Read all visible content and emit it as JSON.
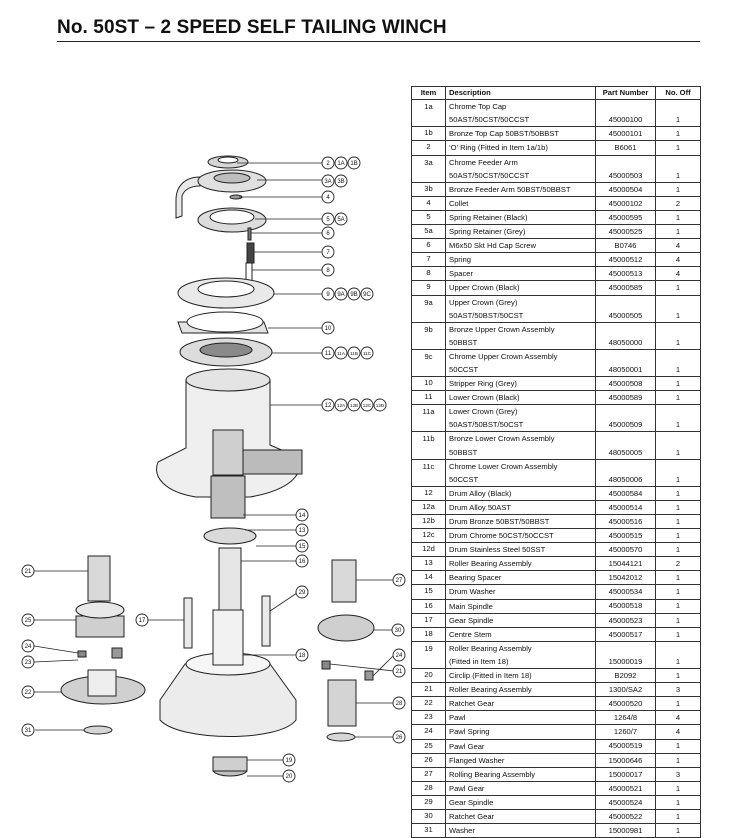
{
  "header": {
    "title": "No. 50ST – 2 SPEED SELF TAILING WINCH"
  },
  "table": {
    "columns": [
      "Item",
      "Description",
      "Part Number",
      "No. Off"
    ],
    "rows": [
      {
        "item": "1a",
        "desc": [
          "Chrome Top Cap",
          "50AST/50CST/50CCST"
        ],
        "part": "45000100",
        "qty": "1"
      },
      {
        "item": "1b",
        "desc": [
          "Bronze Top Cap 50BST/50BBST"
        ],
        "part": "45000101",
        "qty": "1"
      },
      {
        "item": "2",
        "desc": [
          "‘O’ Ring (Fitted in Item 1a/1b)"
        ],
        "part": "B6061",
        "qty": "1"
      },
      {
        "item": "3a",
        "desc": [
          "Chrome Feeder Arm",
          "50AST/50CST/50CCST"
        ],
        "part": "45000503",
        "qty": "1"
      },
      {
        "item": "3b",
        "desc": [
          "Bronze Feeder Arm 50BST/50BBST"
        ],
        "part": "45000504",
        "qty": "1"
      },
      {
        "item": "4",
        "desc": [
          "Collet"
        ],
        "part": "45000102",
        "qty": "2"
      },
      {
        "item": "5",
        "desc": [
          "Spring Retainer (Black)"
        ],
        "part": "45000595",
        "qty": "1"
      },
      {
        "item": "5a",
        "desc": [
          "Spring Retainer (Grey)"
        ],
        "part": "45000525",
        "qty": "1"
      },
      {
        "item": "6",
        "desc": [
          "M6x50 Skt Hd Cap Screw"
        ],
        "part": "B0746",
        "qty": "4"
      },
      {
        "item": "7",
        "desc": [
          "Spring"
        ],
        "part": "45000512",
        "qty": "4"
      },
      {
        "item": "8",
        "desc": [
          "Spacer"
        ],
        "part": "45000513",
        "qty": "4"
      },
      {
        "item": "9",
        "desc": [
          "Upper Crown (Black)"
        ],
        "part": "45000585",
        "qty": "1"
      },
      {
        "item": "9a",
        "desc": [
          "Upper Crown (Grey)",
          "50AST/50BST/50CST"
        ],
        "part": "45000505",
        "qty": "1"
      },
      {
        "item": "9b",
        "desc": [
          "Bronze Upper Crown Assembly",
          "50BBST"
        ],
        "part": "48050000",
        "qty": "1"
      },
      {
        "item": "9c",
        "desc": [
          "Chrome Upper Crown Assembly",
          "50CCST"
        ],
        "part": "48050001",
        "qty": "1"
      },
      {
        "item": "10",
        "desc": [
          "Stripper Ring (Grey)"
        ],
        "part": "45000508",
        "qty": "1"
      },
      {
        "item": "11",
        "desc": [
          "Lower Crown (Black)"
        ],
        "part": "45000589",
        "qty": "1"
      },
      {
        "item": "11a",
        "desc": [
          "Lower Crown (Grey)",
          "50AST/50BST/50CST"
        ],
        "part": "45000509",
        "qty": "1"
      },
      {
        "item": "11b",
        "desc": [
          "Bronze Lower Crown Assembly",
          "50BBST"
        ],
        "part": "48050005",
        "qty": "1"
      },
      {
        "item": "11c",
        "desc": [
          "Chrome Lower Crown Assembly",
          "50CCST"
        ],
        "part": "48050006",
        "qty": "1"
      },
      {
        "item": "12",
        "desc": [
          "Drum Alloy (Black)"
        ],
        "part": "45000584",
        "qty": "1"
      },
      {
        "item": "12a",
        "desc": [
          "Drum Alloy 50AST"
        ],
        "part": "45000514",
        "qty": "1"
      },
      {
        "item": "12b",
        "desc": [
          "Drum Bronze 50BST/50BBST"
        ],
        "part": "45000516",
        "qty": "1"
      },
      {
        "item": "12c",
        "desc": [
          "Drum Chrome 50CST/50CCST"
        ],
        "part": "45000515",
        "qty": "1"
      },
      {
        "item": "12d",
        "desc": [
          "Drum Stainless Steel 50SST"
        ],
        "part": "45000570",
        "qty": "1"
      },
      {
        "item": "13",
        "desc": [
          "Roller Bearing Assembly"
        ],
        "part": "15044121",
        "qty": "2"
      },
      {
        "item": "14",
        "desc": [
          "Bearing Spacer"
        ],
        "part": "15042012",
        "qty": "1"
      },
      {
        "item": "15",
        "desc": [
          "Drum Washer"
        ],
        "part": "45000534",
        "qty": "1"
      },
      {
        "item": "16",
        "desc": [
          "Main Spindle"
        ],
        "part": "45000518",
        "qty": "1"
      },
      {
        "item": "17",
        "desc": [
          "Gear Spindle"
        ],
        "part": "45000523",
        "qty": "1"
      },
      {
        "item": "18",
        "desc": [
          "Centre Stem"
        ],
        "part": "45000517",
        "qty": "1"
      },
      {
        "item": "19",
        "desc": [
          "Roller Bearing Assembly",
          "(Fitted in Item 18)"
        ],
        "part": "15000019",
        "qty": "1"
      },
      {
        "item": "20",
        "desc": [
          "Circlip (Fitted in Item 18)"
        ],
        "part": "B2092",
        "qty": "1"
      },
      {
        "item": "21",
        "desc": [
          "Roller Bearing Assembly"
        ],
        "part": "1300/SA2",
        "qty": "3"
      },
      {
        "item": "22",
        "desc": [
          "Ratchet Gear"
        ],
        "part": "45000520",
        "qty": "1"
      },
      {
        "item": "23",
        "desc": [
          "Pawl"
        ],
        "part": "1264/8",
        "qty": "4"
      },
      {
        "item": "24",
        "desc": [
          "Pawl Spring"
        ],
        "part": "1260/7",
        "qty": "4"
      },
      {
        "item": "25",
        "desc": [
          "Pawl Gear"
        ],
        "part": "45000519",
        "qty": "1"
      },
      {
        "item": "26",
        "desc": [
          "Flanged Washer"
        ],
        "part": "15000646",
        "qty": "1"
      },
      {
        "item": "27",
        "desc": [
          "Rolling Bearing Assembly"
        ],
        "part": "15000017",
        "qty": "3"
      },
      {
        "item": "28",
        "desc": [
          "Pawl Gear"
        ],
        "part": "45000521",
        "qty": "1"
      },
      {
        "item": "29",
        "desc": [
          "Gear Spindle"
        ],
        "part": "45000524",
        "qty": "1"
      },
      {
        "item": "30",
        "desc": [
          "Ratchet Gear"
        ],
        "part": "45000522",
        "qty": "1"
      },
      {
        "item": "31",
        "desc": [
          "Washer"
        ],
        "part": "15000981",
        "qty": "1"
      }
    ]
  },
  "callouts": {
    "c1": [
      "2",
      "1A",
      "1B"
    ],
    "c2": [
      "3A",
      "3B"
    ],
    "c3": [
      "4"
    ],
    "c4": [
      "5",
      "5A"
    ],
    "c5": [
      "6"
    ],
    "c6": [
      "7"
    ],
    "c7": [
      "8"
    ],
    "c8": [
      "9",
      "9A",
      "9B",
      "9C"
    ],
    "c9": [
      "10"
    ],
    "c10": [
      "11",
      "11A",
      "11B",
      "11C"
    ],
    "c11": [
      "12",
      "12A",
      "12B",
      "12C",
      "12D"
    ],
    "c12": [
      "14"
    ],
    "c13": [
      "13"
    ],
    "c14": [
      "15"
    ],
    "c15": [
      "16"
    ],
    "c16": [
      "21"
    ],
    "c17": [
      "27"
    ],
    "c18": [
      "17"
    ],
    "c19": [
      "29"
    ],
    "c20": [
      "25"
    ],
    "c21": [
      "30"
    ],
    "c22": [
      "18"
    ],
    "c23": [
      "24"
    ],
    "c24": [
      "23"
    ],
    "c25": [
      "24"
    ],
    "c26": [
      "21"
    ],
    "c27": [
      "22"
    ],
    "c28": [
      "28"
    ],
    "c29": [
      "31"
    ],
    "c30": [
      "26"
    ],
    "c31": [
      "19"
    ],
    "c32": [
      "20"
    ]
  }
}
